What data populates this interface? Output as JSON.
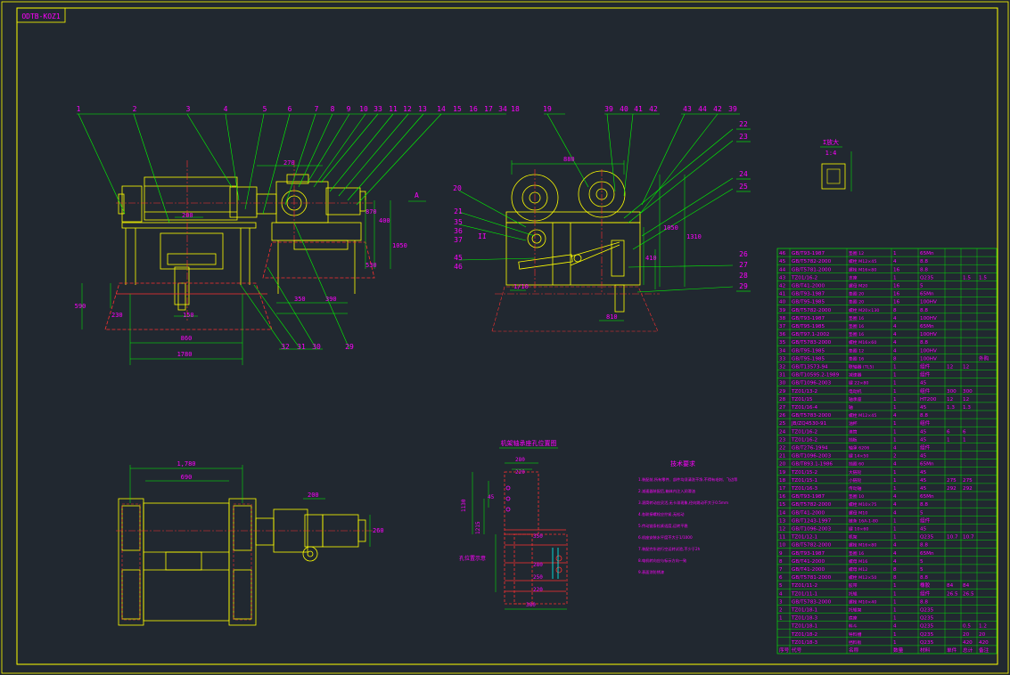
{
  "title_block": {
    "code": "ODTB-KOZ1"
  },
  "balloons_top": [
    "1",
    "2",
    "3",
    "4",
    "5",
    "6",
    "7",
    "8",
    "9",
    "10",
    "33",
    "11",
    "12",
    "13",
    "14",
    "15",
    "16",
    "17",
    "34",
    "18"
  ],
  "balloons_bottom": [
    "32",
    "31",
    "30",
    "29"
  ],
  "balloons_right_top": [
    "19",
    "39",
    "40",
    "41",
    "42",
    "43",
    "44",
    "42",
    "39"
  ],
  "balloons_right_side": [
    "22",
    "23",
    "24",
    "25",
    "26",
    "27",
    "28",
    "29"
  ],
  "balloons_left_side": [
    "20",
    "21",
    "35",
    "36",
    "37",
    "45",
    "46"
  ],
  "view_labels": {
    "section_A": "A",
    "section_II": "II",
    "detail_scale_title": "I放大",
    "detail_scale": "1:4"
  },
  "dimensions_front": [
    "1780",
    "860",
    "590",
    "400",
    "1050",
    "870",
    "230",
    "350",
    "390",
    "270",
    "200",
    "530",
    "150"
  ],
  "dimensions_side": [
    "880",
    "1050",
    "1310",
    "410",
    "1/10",
    "810"
  ],
  "dimensions_plan": [
    "1,780",
    "690",
    "200",
    "260"
  ],
  "dimensions_detail": [
    "280",
    "220",
    "1130",
    "45",
    "1215",
    "350",
    "280",
    "250",
    "220",
    "380"
  ],
  "tech_requirements": {
    "title": "技术要求",
    "items": [
      "1.装配前,所有零件、部件均须清洗干净,不得有毛刺、飞边等",
      "2.减速器装配后,箱体内注入润滑油",
      "3.滚筒转动应灵活,无卡滞现象,径向跳动不大于0.5mm",
      "4.各联接螺栓应拧紧,无松动",
      "5.传动链条松紧适度,运转平稳",
      "6.机座安装水平度不大于1/1000",
      "7.装配完毕进行空运转试验,不少于2h",
      "8.电机转向应与标示方向一致",
      "9.表面涂防锈漆"
    ]
  },
  "detail_view_title": "机架轴承座孔位置图",
  "detail_view_label": "孔位置示意",
  "bom": {
    "rows": [
      [
        "46",
        "GB/T93-1987",
        "垫圈 12",
        "1",
        "65Mn",
        "",
        "",
        ""
      ],
      [
        "45",
        "GB/T5782-2000",
        "螺栓 M12×45",
        "4",
        "8.8",
        "",
        "",
        ""
      ],
      [
        "44",
        "GB/T5781-2000",
        "螺栓 M16×80",
        "16",
        "8.8",
        "",
        "",
        ""
      ],
      [
        "43",
        "TZ01/16-2",
        "支座",
        "1",
        "Q235",
        "",
        "1.5",
        "1.5"
      ],
      [
        "42",
        "GB/T41-2000",
        "螺母 M20",
        "16",
        "5",
        "",
        "",
        ""
      ],
      [
        "41",
        "GB/T93-1987",
        "垫圈 20",
        "16",
        "65Mn",
        "",
        "",
        ""
      ],
      [
        "40",
        "GB/T95-1985",
        "垫圈 20",
        "16",
        "100HV",
        "",
        "",
        ""
      ],
      [
        "39",
        "GB/T5782-2000",
        "螺栓 M20×130",
        "8",
        "8.8",
        "",
        "",
        ""
      ],
      [
        "38",
        "GB/T93-1987",
        "垫圈 16",
        "4",
        "100HV",
        "",
        "",
        ""
      ],
      [
        "37",
        "GB/T95-1985",
        "垫圈 16",
        "4",
        "65Mn",
        "",
        "",
        ""
      ],
      [
        "36",
        "GB/T97.1-2002",
        "垫圈 16",
        "4",
        "100HV",
        "",
        "",
        ""
      ],
      [
        "35",
        "GB/T5783-2000",
        "螺栓 M16×60",
        "4",
        "8.8",
        "",
        "",
        ""
      ],
      [
        "34",
        "GB/T95-1985",
        "垫圈 12",
        "4",
        "100HV",
        "",
        "",
        ""
      ],
      [
        "33",
        "GB/T95-1985",
        "垫圈 16",
        "8",
        "100HV",
        "",
        "",
        "外购"
      ],
      [
        "32",
        "GB/T13573-94",
        "联轴器 (TL5)",
        "1",
        "组件",
        "12",
        "12",
        ""
      ],
      [
        "31",
        "GB/T10595.2-1989",
        "减速器",
        "1",
        "组件",
        "",
        "",
        ""
      ],
      [
        "30",
        "GB/T1096-2003",
        "键 22×80",
        "1",
        "45",
        "",
        "",
        ""
      ],
      [
        "29",
        "TZ01/13-2",
        "电动机",
        "1",
        "组件",
        "300",
        "300",
        ""
      ],
      [
        "28",
        "TZ01/15",
        "轴承座",
        "1",
        "HT200",
        "12",
        "12",
        ""
      ],
      [
        "27",
        "TZ01/16-4",
        "轴",
        "1",
        "45",
        "1.3",
        "1.3",
        ""
      ],
      [
        "26",
        "GB/T5783-2000",
        "螺栓 M12×45",
        "4",
        "8.8",
        "",
        "",
        ""
      ],
      [
        "25",
        "JB/ZQ4530-91",
        "油杯",
        "1",
        "组件",
        "",
        "",
        ""
      ],
      [
        "24",
        "TZ01/16-2",
        "滚筒",
        "1",
        "45",
        "6",
        "6",
        ""
      ],
      [
        "23",
        "TZ01/16-2",
        "挡板",
        "1",
        "45",
        "1",
        "1",
        ""
      ],
      [
        "22",
        "GB/T276-1994",
        "轴承 6206",
        "4",
        "组件",
        "",
        "",
        ""
      ],
      [
        "21",
        "GB/T1096-2003",
        "键 14×50",
        "2",
        "45",
        "",
        "",
        ""
      ],
      [
        "20",
        "GB/T893.1-1986",
        "挡圈 60",
        "4",
        "65Mn",
        "",
        "",
        ""
      ],
      [
        "19",
        "TZ01/15-2",
        "大链轮",
        "1",
        "45",
        "",
        "",
        ""
      ],
      [
        "18",
        "TZ01/15-1",
        "小链轮",
        "1",
        "45",
        "275",
        "275",
        ""
      ],
      [
        "17",
        "TZ01/16-3",
        "传动轴",
        "1",
        "45",
        "292",
        "292",
        ""
      ],
      [
        "16",
        "GB/T93-1987",
        "垫圈 10",
        "4",
        "65Mn",
        "",
        "",
        ""
      ],
      [
        "15",
        "GB/T5782-2000",
        "螺栓 M10×75",
        "4",
        "8.8",
        "",
        "",
        ""
      ],
      [
        "14",
        "GB/T41-2000",
        "螺母 M10",
        "4",
        "5",
        "",
        "",
        ""
      ],
      [
        "13",
        "GB/T1243-1997",
        "链条 16A-1-80",
        "1",
        "组件",
        "",
        "",
        ""
      ],
      [
        "12",
        "GB/T1096-2003",
        "键 10×60",
        "1",
        "45",
        "",
        "",
        ""
      ],
      [
        "11",
        "TZ01/12-1",
        "机架",
        "1",
        "Q235",
        "10.7",
        "10.7",
        ""
      ],
      [
        "10",
        "GB/T5782-2000",
        "螺栓 M16×80",
        "4",
        "8.8",
        "",
        "",
        ""
      ],
      [
        "9",
        "GB/T93-1987",
        "垫圈 16",
        "4",
        "65Mn",
        "",
        "",
        ""
      ],
      [
        "8",
        "GB/T41-2000",
        "螺母 M16",
        "4",
        "5",
        "",
        "",
        ""
      ],
      [
        "7",
        "GB/T41-2000",
        "螺母 M12",
        "8",
        "5",
        "",
        "",
        ""
      ],
      [
        "6",
        "GB/T5781-2000",
        "螺栓 M12×50",
        "8",
        "8.8",
        "",
        "",
        ""
      ],
      [
        "5",
        "TZ01/11-2",
        "胶带",
        "1",
        "橡胶",
        "84",
        "84",
        ""
      ],
      [
        "4",
        "TZ01/11-1",
        "托辊",
        "1",
        "组件",
        "26.5",
        "26.5",
        ""
      ],
      [
        "3",
        "GB/T5783-2000",
        "螺栓 M10×40",
        "1",
        "8.8",
        "",
        "",
        ""
      ],
      [
        "2",
        "TZ01/18-1",
        "托辊架",
        "1",
        "Q235",
        "",
        "",
        ""
      ],
      [
        "1",
        "TZ01/18-3",
        "底座",
        "1",
        "Q235",
        "",
        "",
        ""
      ],
      [
        "",
        "TZ01/18-1",
        "料斗",
        "4",
        "Q235",
        "",
        "0.5",
        "1.2"
      ],
      [
        "",
        "TZ01/18-2",
        "导料槽",
        "1",
        "Q235",
        "",
        "20",
        "20"
      ],
      [
        "",
        "TZ01/18-3",
        "挡料板",
        "1",
        "Q235",
        "",
        "420",
        "420"
      ]
    ],
    "header": [
      "序号",
      "代号",
      "名称",
      "数量",
      "材料",
      "单件",
      "总计",
      "备注"
    ]
  },
  "colors": {
    "background": "#212830",
    "frame": "#ffff00",
    "geometry": "#ffff00",
    "leader": "#00ff00",
    "dimension": "#00ff00",
    "text": "#ff00ff",
    "red": "#ff3030",
    "white": "#ffffff",
    "cyan": "#00ffff"
  }
}
